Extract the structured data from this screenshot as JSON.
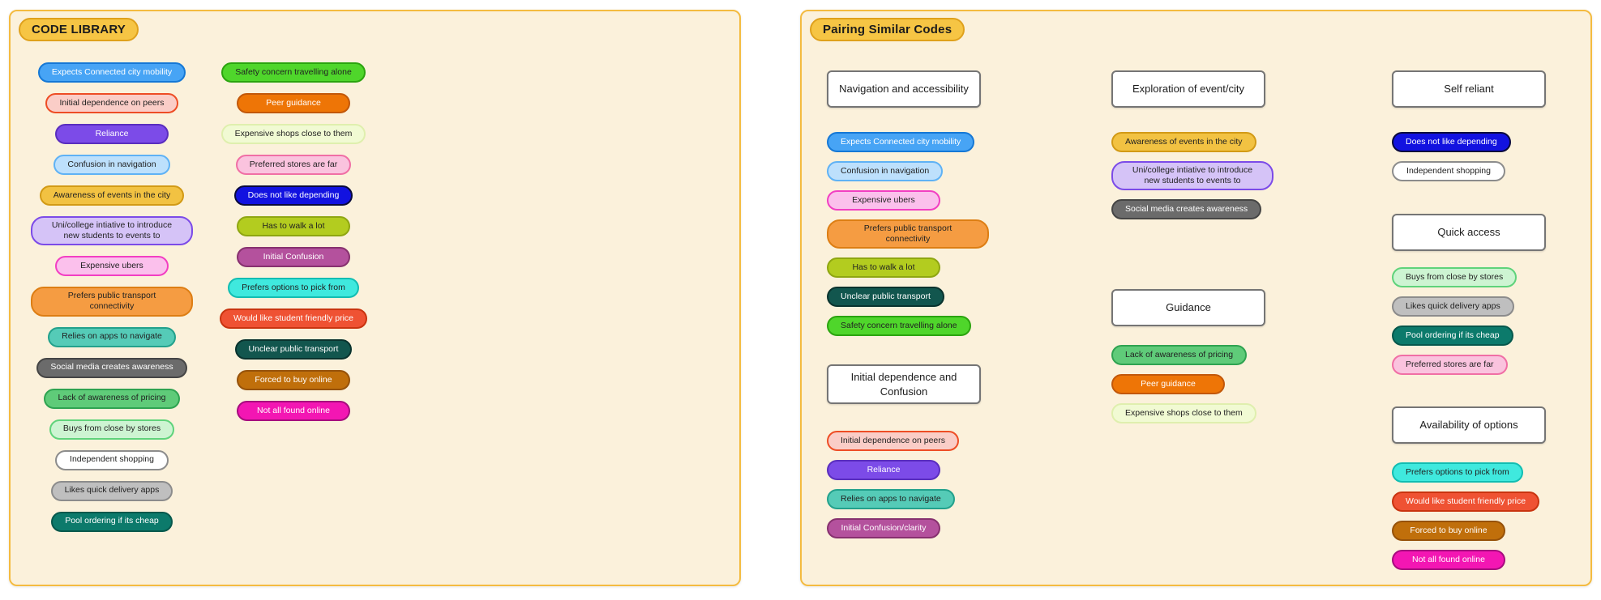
{
  "theme": {
    "page_background": "#FFFFFF",
    "panel_fill": "#FBF1DB",
    "panel_border": "#F4BB40",
    "title_fill": "#F6C544",
    "title_border": "#DFA11C"
  },
  "codes": {
    "expects_connected": {
      "label": "Expects Connected city mobility",
      "fill": "#47A4F5",
      "border": "#1578D6",
      "text": "#FFFFFF"
    },
    "initial_dependence": {
      "label": "Initial dependence on peers",
      "fill": "#FACDC7",
      "border": "#EE4D25",
      "text": "#222222"
    },
    "reliance": {
      "label": "Reliance",
      "fill": "#7C4BE8",
      "border": "#5A2EBE",
      "text": "#FFFFFF"
    },
    "confusion_navigation": {
      "label": "Confusion in navigation",
      "fill": "#BDE0FC",
      "border": "#5FB2F5",
      "text": "#222222"
    },
    "awareness_events": {
      "label": "Awareness of events in the city",
      "fill": "#F2C242",
      "border": "#D29A16",
      "text": "#222222"
    },
    "uni_college": {
      "label": "Uni/college intiative to introduce new students to events to",
      "fill": "#D5C3F7",
      "border": "#7C4BE8",
      "text": "#222222"
    },
    "expensive_ubers": {
      "label": "Expensive ubers",
      "fill": "#FBC0EC",
      "border": "#F23FC3",
      "text": "#222222"
    },
    "prefers_public_transport": {
      "label": "Prefers public transport connectivity",
      "fill": "#F59C42",
      "border": "#DD7E14",
      "text": "#222222"
    },
    "relies_on_apps": {
      "label": "Relies on apps to navigate",
      "fill": "#55CBB7",
      "border": "#23A18C",
      "text": "#222222"
    },
    "social_media": {
      "label": "Social media creates awareness",
      "fill": "#6B6B6B",
      "border": "#454545",
      "text": "#FFFFFF"
    },
    "lack_awareness_pricing": {
      "label": "Lack of awareness of pricing",
      "fill": "#5FCB79",
      "border": "#2FA351",
      "text": "#222222"
    },
    "buys_close_stores": {
      "label": "Buys from close by stores",
      "fill": "#CDF4D2",
      "border": "#5FD37B",
      "text": "#222222"
    },
    "independent_shopping": {
      "label": "Independent shopping",
      "fill": "#FFFFFF",
      "border": "#8C8C8C",
      "text": "#222222"
    },
    "likes_quick_delivery": {
      "label": "Likes quick delivery apps",
      "fill": "#BFBFBF",
      "border": "#8C8C8C",
      "text": "#222222"
    },
    "pool_ordering": {
      "label": "Pool ordering if its cheap",
      "fill": "#0C7A6B",
      "border": "#06584C",
      "text": "#FFFFFF"
    },
    "safety_concern": {
      "label": "Safety concern travelling alone",
      "fill": "#4FD62B",
      "border": "#2BA40F",
      "text": "#222222"
    },
    "peer_guidance": {
      "label": "Peer guidance",
      "fill": "#EE7506",
      "border": "#C2580A",
      "text": "#FFFFFF"
    },
    "expensive_shops_close": {
      "label": "Expensive shops close to them",
      "fill": "#F1FAD3",
      "border": "#DFEFAE",
      "text": "#222222"
    },
    "preferred_stores_far": {
      "label": "Preferred stores are far",
      "fill": "#FAC3DE",
      "border": "#F06FA5",
      "text": "#222222"
    },
    "does_not_like_depending": {
      "label": "Does not like depending",
      "fill": "#1212E0",
      "border": "#0A0A3C",
      "text": "#FFFFFF"
    },
    "has_to_walk": {
      "label": "Has to walk a lot",
      "fill": "#B3CC1F",
      "border": "#8FA611",
      "text": "#222222"
    },
    "initial_confusion": {
      "label": "Initial Confusion",
      "fill": "#B4519D",
      "border": "#87316F",
      "text": "#FFFFFF"
    },
    "prefers_options": {
      "label": "Prefers options to pick from",
      "fill": "#3FE9DE",
      "border": "#12BDB2",
      "text": "#222222"
    },
    "student_friendly_price": {
      "label": "Would like student friendly price",
      "fill": "#EF5233",
      "border": "#C93410",
      "text": "#FFFFFF"
    },
    "unclear_public_transport": {
      "label": "Unclear public transport",
      "fill": "#12564E",
      "border": "#0A332E",
      "text": "#FFFFFF"
    },
    "forced_buy_online": {
      "label": "Forced to buy online",
      "fill": "#C06F0B",
      "border": "#96520A",
      "text": "#FFFFFF"
    },
    "not_all_found": {
      "label": "Not all found online",
      "fill": "#F316B3",
      "border": "#A60C7E",
      "text": "#FFFFFF"
    },
    "initial_confusion_clarity": {
      "label": "Initial Confusion/clarity",
      "fill": "#B4519D",
      "border": "#87316F",
      "text": "#FFFFFF"
    }
  },
  "left_panel": {
    "title": "CODE LIBRARY",
    "columns": [
      [
        "expects_connected",
        "initial_dependence",
        "reliance",
        "confusion_navigation",
        "awareness_events",
        "uni_college",
        "expensive_ubers",
        "prefers_public_transport",
        "relies_on_apps",
        "social_media",
        "lack_awareness_pricing",
        "buys_close_stores",
        "independent_shopping",
        "likes_quick_delivery",
        "pool_ordering"
      ],
      [
        "safety_concern",
        "peer_guidance",
        "expensive_shops_close",
        "preferred_stores_far",
        "does_not_like_depending",
        "has_to_walk",
        "initial_confusion",
        "prefers_options",
        "student_friendly_price",
        "unclear_public_transport",
        "forced_buy_online",
        "not_all_found"
      ]
    ]
  },
  "right_panel": {
    "title": "Pairing Similar Codes",
    "columns": [
      {
        "groups": [
          {
            "category": "Navigation and accessibility",
            "codes": [
              "expects_connected",
              "confusion_navigation",
              "expensive_ubers",
              "prefers_public_transport",
              "has_to_walk",
              "unclear_public_transport",
              "safety_concern"
            ]
          },
          {
            "category": "Initial dependence and Confusion",
            "codes": [
              "initial_dependence",
              "reliance",
              "relies_on_apps",
              "initial_confusion_clarity"
            ]
          }
        ]
      },
      {
        "groups": [
          {
            "category": "Exploration of event/city",
            "codes": [
              "awareness_events",
              "uni_college",
              "social_media"
            ]
          },
          {
            "category": "Guidance",
            "codes": [
              "lack_awareness_pricing",
              "peer_guidance",
              "expensive_shops_close"
            ]
          }
        ]
      },
      {
        "groups": [
          {
            "category": "Self reliant",
            "codes": [
              "does_not_like_depending",
              "independent_shopping"
            ]
          },
          {
            "category": "Quick access",
            "codes": [
              "buys_close_stores",
              "likes_quick_delivery",
              "pool_ordering",
              "preferred_stores_far"
            ]
          },
          {
            "category": "Availability of options",
            "codes": [
              "prefers_options",
              "student_friendly_price",
              "forced_buy_online",
              "not_all_found"
            ]
          }
        ]
      }
    ]
  }
}
